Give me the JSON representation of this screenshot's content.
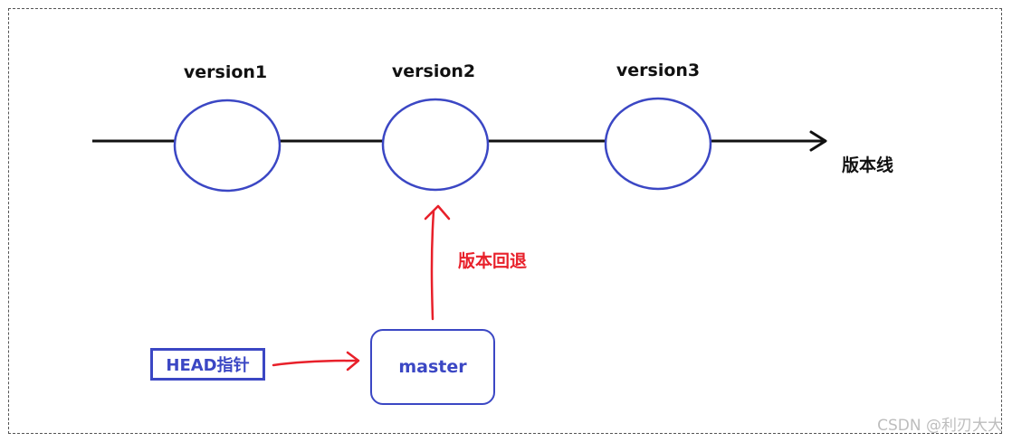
{
  "nodes": [
    {
      "label": "version1"
    },
    {
      "label": "version2"
    },
    {
      "label": "version3"
    }
  ],
  "timeline_label": "版本线",
  "rollback_label": "版本回退",
  "head_pointer_label": "HEAD指针",
  "branch_label": "master",
  "watermark": "CSDN @利刃大大",
  "colors": {
    "node_stroke": "#3b47c4",
    "arrow_red": "#e8202a",
    "line": "#111111"
  }
}
